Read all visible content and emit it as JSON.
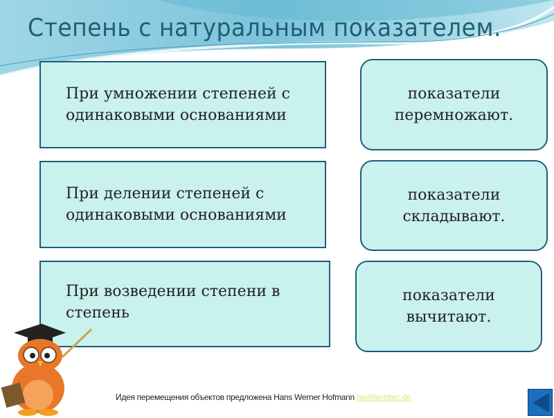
{
  "title": "Степень с натуральным показателем.",
  "left_boxes": [
    {
      "text": "При умножении степеней с одинаковыми основаниями"
    },
    {
      "text": "При делении степеней с одинаковыми основаниями"
    },
    {
      "text": "При возведении степени в степень"
    }
  ],
  "right_boxes": [
    {
      "text": "показатели перемножают."
    },
    {
      "text": "показатели складывают."
    },
    {
      "text": "показатели вычитают."
    }
  ],
  "footer": {
    "text": "Идея перемещения объектов предложена Hans Werner Hofmann ",
    "link": "hw@lemitec.de"
  },
  "colors": {
    "box_fill": "#c9f1ee",
    "box_border": "#1d5c78",
    "title": "#1e5f74"
  }
}
